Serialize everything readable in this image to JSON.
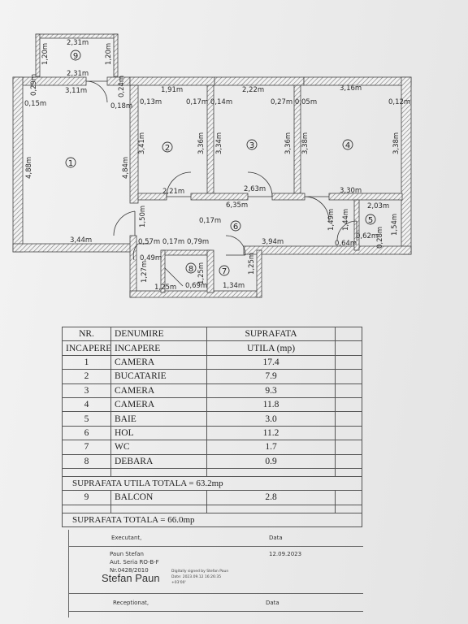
{
  "plan": {
    "room_numbers": [
      "1",
      "2",
      "3",
      "4",
      "5",
      "6",
      "7",
      "8",
      "9"
    ],
    "dimensions": {
      "balcony_top": "2,31m",
      "balcony_inner": "2,31m",
      "balcony_left": "1,20m",
      "balcony_right": "1,20m",
      "r1_top": "3,11m",
      "r1_topleft": "0,15m",
      "r1_wall_a": "0,29m",
      "r1_wall_b": "0,18m",
      "r1_wall_c": "0,24m",
      "r1_left": "4,88m",
      "r1_right": "4,84m",
      "r1_bottom": "3,44m",
      "r2_top": "1,91m",
      "r2_left_wall": "0,13m",
      "r2_left": "3,41m",
      "r2_right": "3,36m",
      "r2_bottom": "2,21m",
      "r3_walls": "0,17m 0,14m",
      "r3_top": "2,22m",
      "r3_left": "3,34m",
      "r3_right": "3,36m",
      "r3_bottom": "2,63m",
      "r4_walls": "0,27m 0,05m",
      "r4_top": "3,16m",
      "r4_right_wall": "0,12m",
      "r4_left": "3,38m",
      "r4_right": "3,38m",
      "r4_bottom": "3,30m",
      "hall_top": "6,35m",
      "hall_mid": "0,17m",
      "hall_left": "1,50m",
      "hall_bottom": "3,94m",
      "hall_inner": "0,79m",
      "hall_small": "0,57m 0,17m",
      "r5_top": "2,03m",
      "r5_left": "1,49m",
      "r5_inner": "1,44m",
      "r5_bottom": "0,64m",
      "r5_mid": "0,62m",
      "r5_right": "1,54m",
      "r5_small": "0,28m",
      "r8_left": "1,27m",
      "r8_bottom": "1,25m",
      "r8_mid": "0,69m",
      "r8_right": "1,25m",
      "r8_top": "0,49m",
      "r7_bottom": "1,34m",
      "r7_right": "1,25m"
    }
  },
  "table": {
    "header": [
      [
        "NR.",
        "DENUMIRE",
        "SUPRAFATA"
      ],
      [
        "INCAPERE",
        "INCAPERE",
        "UTILA (mp)"
      ]
    ],
    "rows": [
      {
        "nr": "1",
        "name": "CAMERA",
        "area": "17.4"
      },
      {
        "nr": "2",
        "name": "BUCATARIE",
        "area": "7.9"
      },
      {
        "nr": "3",
        "name": "CAMERA",
        "area": "9.3"
      },
      {
        "nr": "4",
        "name": "CAMERA",
        "area": "11.8"
      },
      {
        "nr": "5",
        "name": "BAIE",
        "area": "3.0"
      },
      {
        "nr": "6",
        "name": "HOL",
        "area": "11.2"
      },
      {
        "nr": "7",
        "name": "WC",
        "area": "1.7"
      },
      {
        "nr": "8",
        "name": "DEBARA",
        "area": "0.9"
      }
    ],
    "total_util": "SUPRAFATA UTILA TOTALA = 63.2mp",
    "balcony": {
      "nr": "9",
      "name": "BALCON",
      "area": "2.8"
    },
    "total": "SUPRAFATA TOTALA = 66.0mp"
  },
  "signature": {
    "executant_label": "Executant,",
    "data_label": "Data",
    "date": "12.09.2023",
    "name": "Paun Stefan",
    "series": "Aut. Seria RO-B-F",
    "number": "Nr.0428/2010",
    "signer_big": "Stefan Paun",
    "digital_1": "Digitally signed by Stefan Paun",
    "digital_2": "Date: 2023.09.12 16:26:35",
    "digital_3": "+03'00'",
    "receptionat_label": "Receptionat,",
    "data_label_2": "Data"
  }
}
